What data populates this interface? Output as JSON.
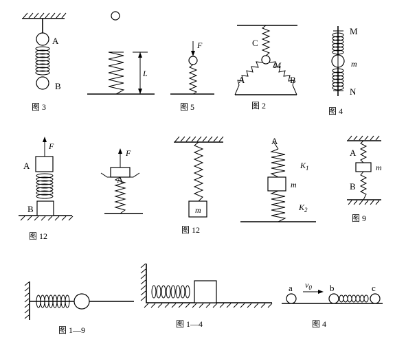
{
  "figures": [
    {
      "id": "f1",
      "caption": "图  3",
      "labels": {
        "a": "A",
        "b": "B"
      }
    },
    {
      "id": "f2",
      "caption": "",
      "labels": {
        "length": "L"
      }
    },
    {
      "id": "f3",
      "caption": "图    5",
      "labels": {
        "force": "F"
      }
    },
    {
      "id": "f4",
      "caption": "图  2",
      "labels": {
        "c": "C",
        "m": "M",
        "a": "A",
        "b": "B"
      }
    },
    {
      "id": "f5",
      "caption": "图    4",
      "labels": {
        "top": "M",
        "mass": "m",
        "bottom": "N"
      }
    },
    {
      "id": "f6",
      "caption": "图    12",
      "labels": {
        "force": "F",
        "a": "A",
        "b": "B"
      }
    },
    {
      "id": "f7",
      "caption": "",
      "labels": {
        "force": "F",
        "a": "A"
      }
    },
    {
      "id": "f8",
      "caption": "图    12",
      "labels": {
        "mass": "m"
      }
    },
    {
      "id": "f9",
      "caption": "",
      "labels": {
        "a": "A",
        "k1": "K",
        "k1sub": "1",
        "mass": "m",
        "k2": "K",
        "k2sub": "2"
      }
    },
    {
      "id": "f10",
      "caption": "图    9",
      "labels": {
        "a": "A",
        "mass": "m",
        "b": "B"
      }
    },
    {
      "id": "f11",
      "caption": "图  1—9",
      "labels": {}
    },
    {
      "id": "f12",
      "caption": "图  1—4",
      "labels": {}
    },
    {
      "id": "f13",
      "caption": "图      4",
      "labels": {
        "a": "a",
        "v": "v",
        "vsub": "0",
        "b": "b",
        "c": "c"
      }
    }
  ]
}
